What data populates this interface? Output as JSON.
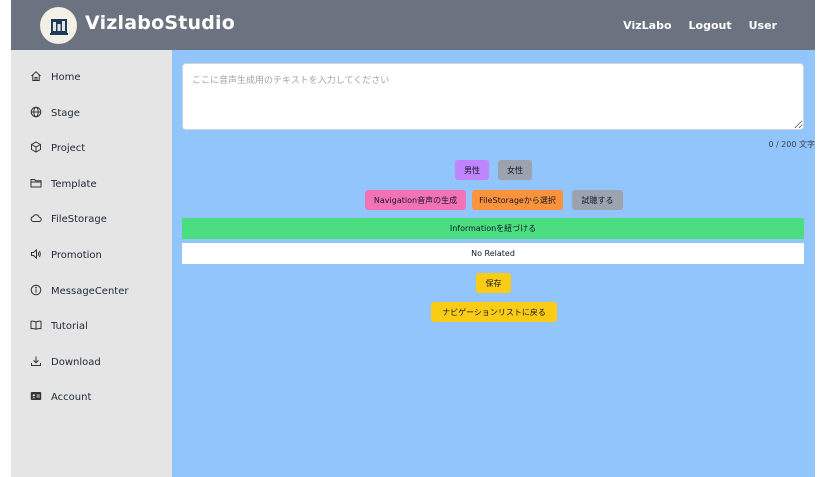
{
  "header": {
    "brand": "VizlaboStudio",
    "nav": [
      "VizLabo",
      "Logout",
      "User"
    ]
  },
  "sidebar": {
    "items": [
      {
        "label": "Home",
        "icon": "home-icon"
      },
      {
        "label": "Stage",
        "icon": "globe-icon"
      },
      {
        "label": "Project",
        "icon": "cube-icon"
      },
      {
        "label": "Template",
        "icon": "folder-icon"
      },
      {
        "label": "FileStorage",
        "icon": "cloud-icon"
      },
      {
        "label": "Promotion",
        "icon": "speaker-icon"
      },
      {
        "label": "MessageCenter",
        "icon": "info-icon"
      },
      {
        "label": "Tutorial",
        "icon": "book-icon"
      },
      {
        "label": "Download",
        "icon": "download-icon"
      },
      {
        "label": "Account",
        "icon": "id-card-icon"
      }
    ]
  },
  "editor": {
    "placeholder": "ここに音声生成用のテキストを入力してください",
    "value": "",
    "counter": "0 / 200 文字"
  },
  "voice": {
    "male": "男性",
    "female": "女性"
  },
  "actions": {
    "generate": "Navigation音声の生成",
    "select_storage": "FileStorageから選択",
    "listen": "試聴する"
  },
  "information": {
    "link_label": "Informationを紐づける",
    "related_text": "No Related"
  },
  "footer_actions": {
    "save": "保存",
    "back": "ナビゲーションリストに戻る"
  },
  "colors": {
    "header": "#6b7280",
    "sidebar": "#e5e5e5",
    "main": "#93c5fd",
    "male": "#c084fc",
    "female": "#9ca3af",
    "generate": "#f472b6",
    "select_storage": "#fb923c",
    "listen": "#9ca3af",
    "information": "#4ade80",
    "save": "#facc15"
  }
}
